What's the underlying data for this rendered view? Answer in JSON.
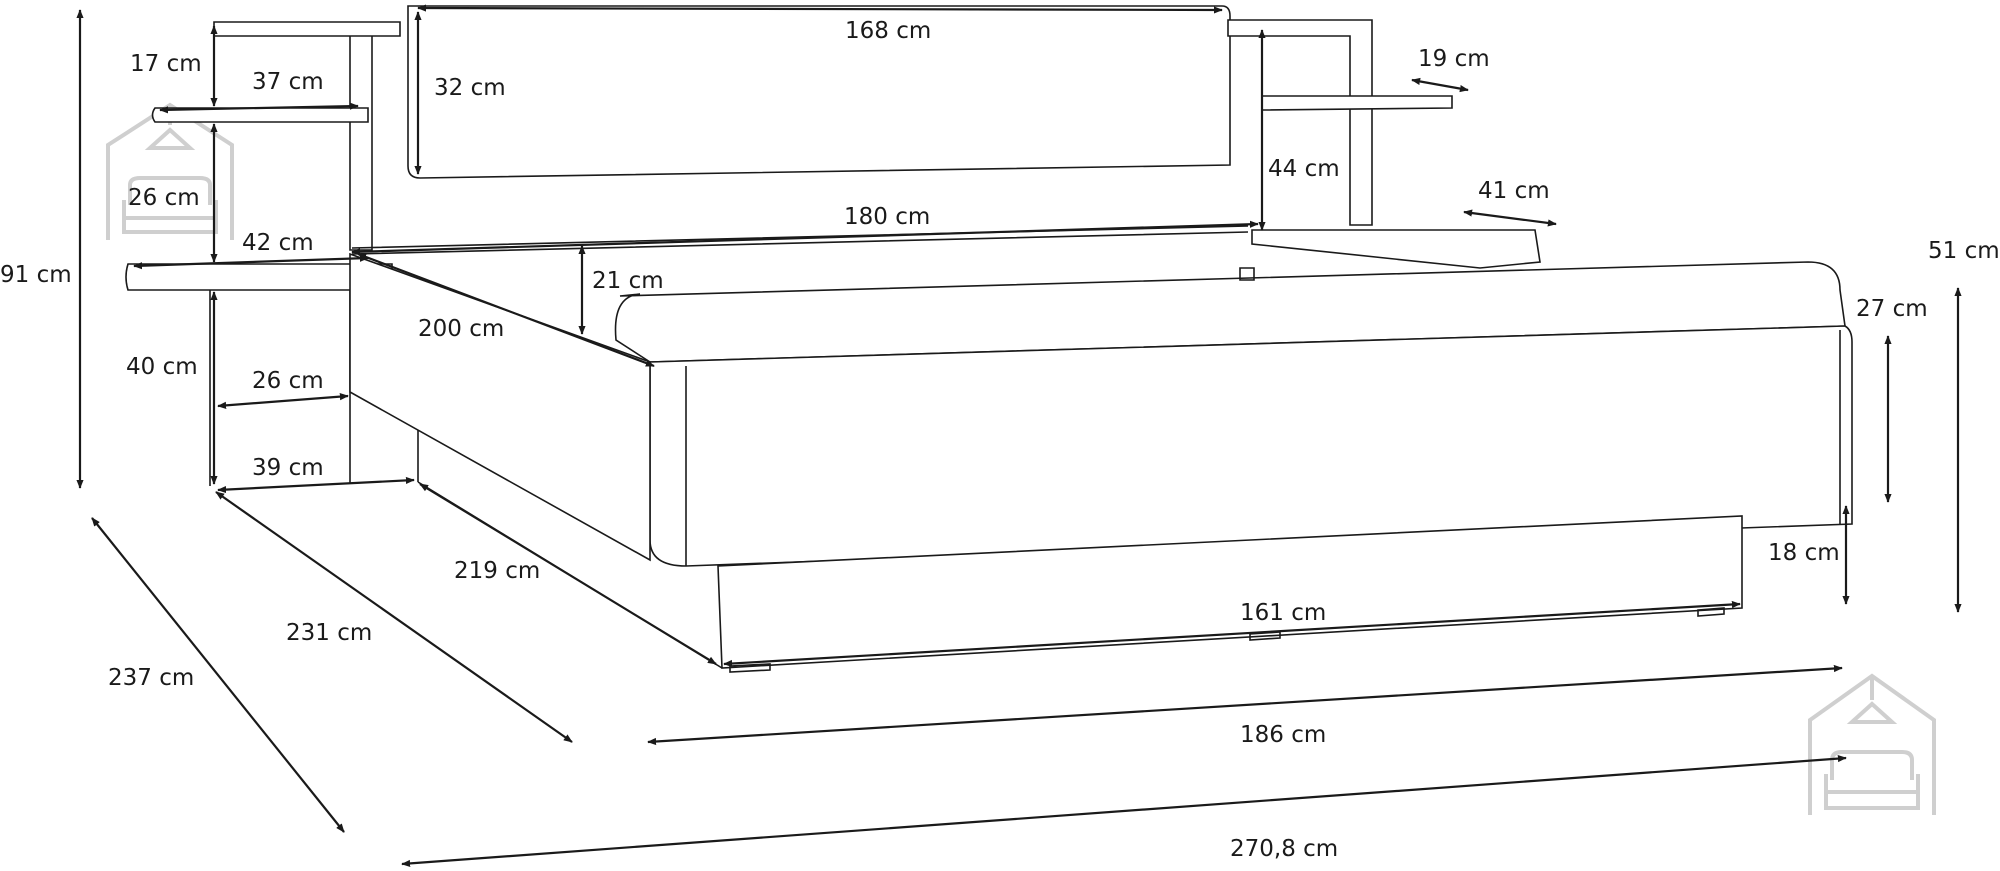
{
  "dimensions": {
    "headboard_width": "168 cm",
    "headboard_height": "32 cm",
    "shelf_gap_top": "17 cm",
    "shelf_width_top": "37 cm",
    "right_shelf_depth": "19 cm",
    "headboard_gap": "44 cm",
    "shelf_gap_middle": "26 cm",
    "bed_inner_width": "180 cm",
    "nightstand_depth": "41 cm",
    "nightstand_width": "42 cm",
    "bed_total_height": "91 cm",
    "frame_height_top": "21 cm",
    "bed_height_right": "51 cm",
    "bed_inner_length": "200 cm",
    "side_height": "27 cm",
    "nightstand_height": "40 cm",
    "nightstand_inner_width": "26 cm",
    "base_depth": "39 cm",
    "leg_height": "18 cm",
    "length_219": "219 cm",
    "base_width": "161 cm",
    "length_231": "231 cm",
    "total_width_186": "186 cm",
    "length_237": "237 cm",
    "total_width_270": "270,8 cm"
  },
  "colors": {
    "line": "#1a1a1a",
    "watermark": "#cfcfcf",
    "background": "#ffffff"
  },
  "icons": [
    "house-sofa-watermark-icon"
  ]
}
